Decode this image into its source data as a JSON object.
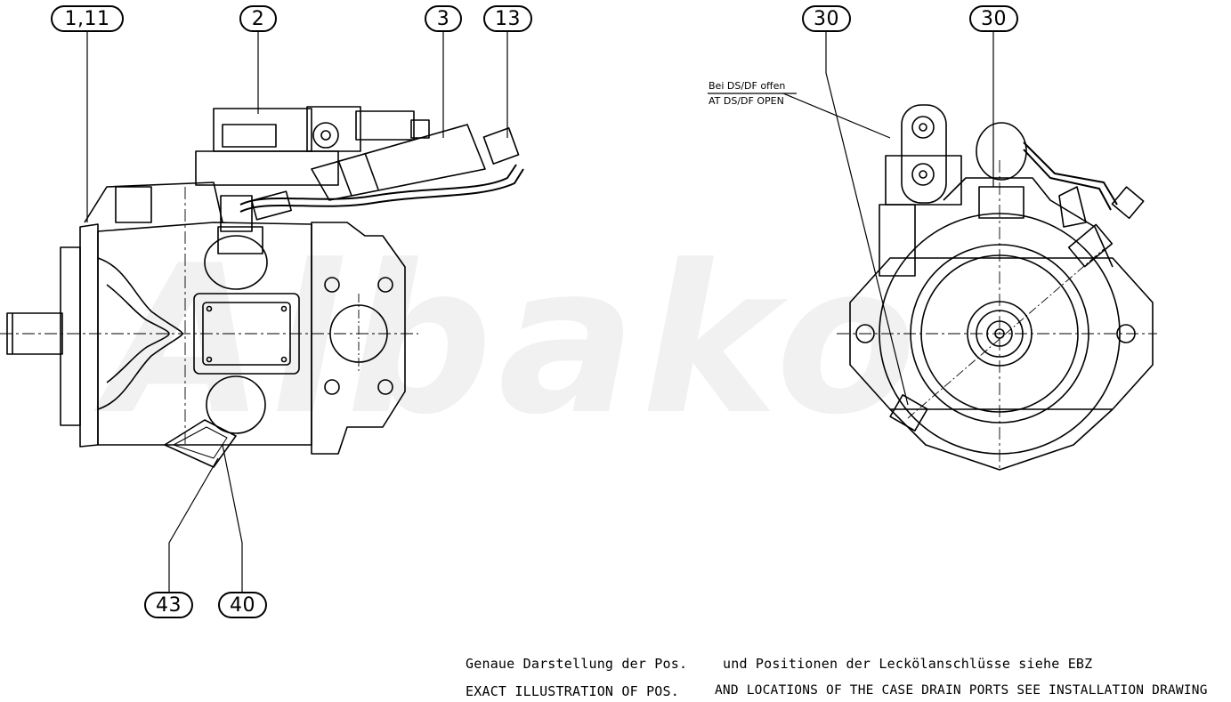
{
  "callouts": {
    "c1": "1,11",
    "c2": "2",
    "c3": "3",
    "c13": "13",
    "c30a": "30",
    "c30b": "30",
    "c43": "43",
    "c40": "40"
  },
  "port_note": {
    "de": "Bei DS/DF offen",
    "en": "AT DS/DF OPEN"
  },
  "footnote": {
    "de_left": "Genaue Darstellung der Pos.",
    "de_right": "und Positionen der Leckölanschlüsse siehe EBZ",
    "en_left": "EXACT ILLUSTRATION OF POS.",
    "en_right": "AND LOCATIONS OF THE CASE DRAIN PORTS SEE INSTALLATION DRAWING"
  },
  "watermark": "Albako"
}
